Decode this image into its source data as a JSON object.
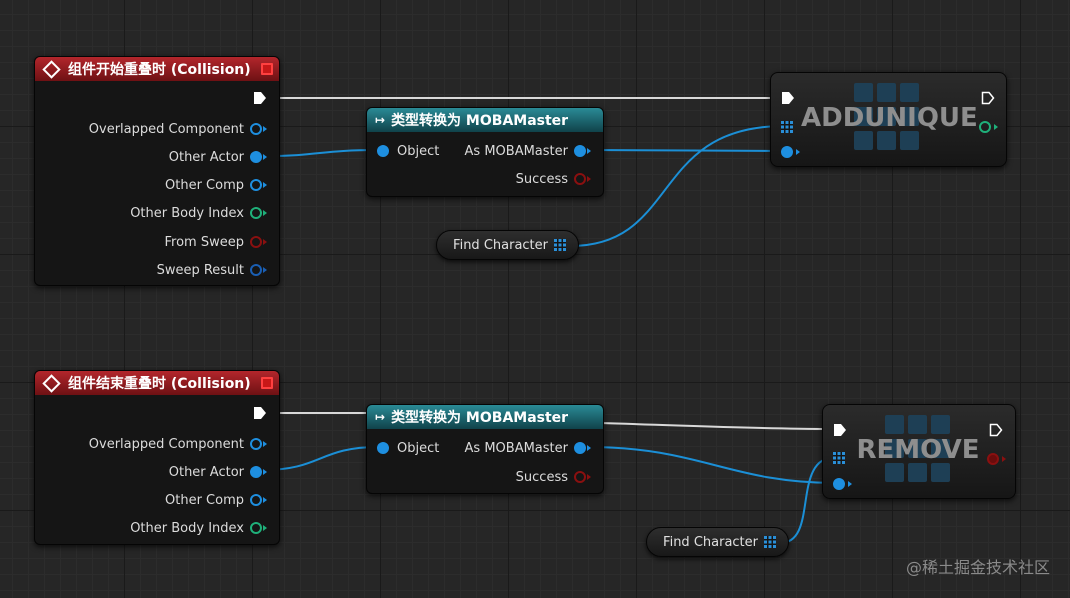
{
  "event_begin": {
    "title": "组件开始重叠时 (Collision)",
    "pins": [
      "Overlapped Component",
      "Other Actor",
      "Other Comp",
      "Other Body Index",
      "From Sweep",
      "Sweep Result"
    ]
  },
  "event_end": {
    "title": "组件结束重叠时 (Collision)",
    "pins": [
      "Overlapped Component",
      "Other Actor",
      "Other Comp",
      "Other Body Index"
    ]
  },
  "cast_top": {
    "title": "类型转换为 MOBAMaster",
    "input": "Object",
    "output": "As MOBAMaster",
    "success": "Success"
  },
  "cast_bottom": {
    "title": "类型转换为 MOBAMaster",
    "input": "Object",
    "output": "As MOBAMaster",
    "success": "Success"
  },
  "find_top": {
    "label": "Find Character"
  },
  "find_bottom": {
    "label": "Find Character"
  },
  "add_unique": {
    "title": "ADDUNIQUE"
  },
  "remove": {
    "title": "REMOVE"
  },
  "watermark": "@稀土掘金技术社区",
  "colors": {
    "object_pin": "#1e8fe0",
    "int_pin": "#1fb07a",
    "bool_pin": "#8a1010",
    "struct_pin": "#1a5fb4",
    "event_header": "#a0232a",
    "cast_header": "#1e7480",
    "wire_object": "#1b8fd6",
    "wire_exec": "#ffffff"
  }
}
